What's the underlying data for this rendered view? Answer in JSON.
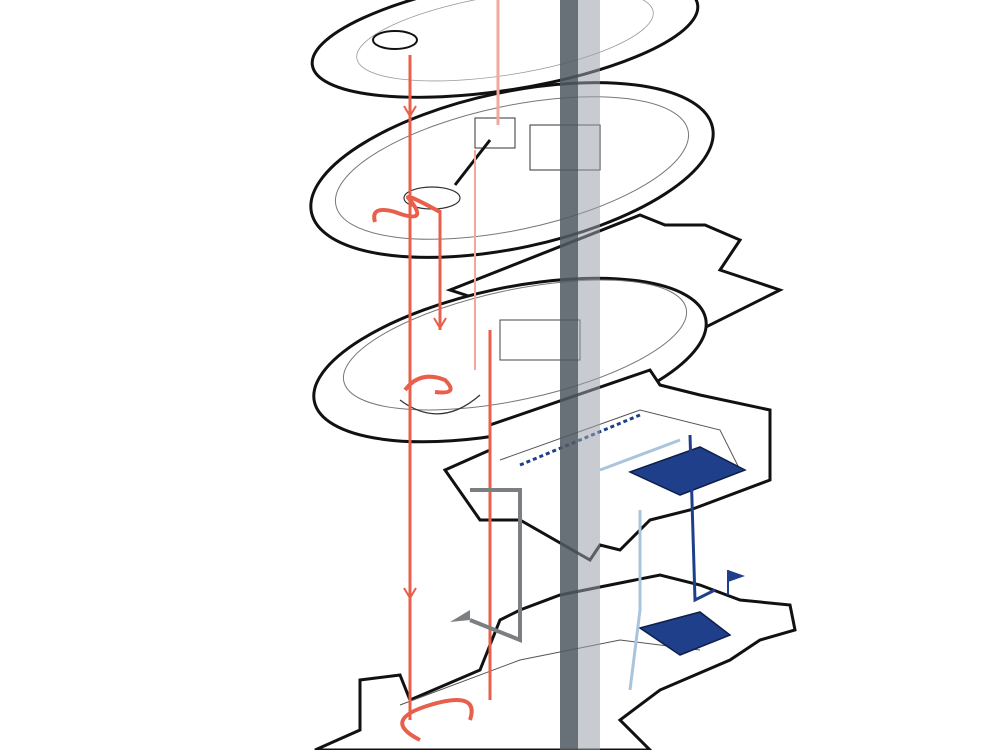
{
  "diagram": {
    "type": "exploded axonometric building diagram",
    "levels": 5,
    "colors": {
      "background": "#ffffff",
      "outline": "#111111",
      "thin_line": "#8a8a8a",
      "circulation_red": "#e8604c",
      "circulation_red_light": "#f2a89c",
      "core_grey": "#3e4a52",
      "core_grey_light": "#9aa3a9",
      "accent_blue": "#1f3f8a",
      "light_blue": "#a9c4dc",
      "grey_path": "#7b7f82"
    },
    "icons": [
      "flag-marker-blue",
      "flag-marker-grey",
      "arrow-down-red"
    ]
  }
}
